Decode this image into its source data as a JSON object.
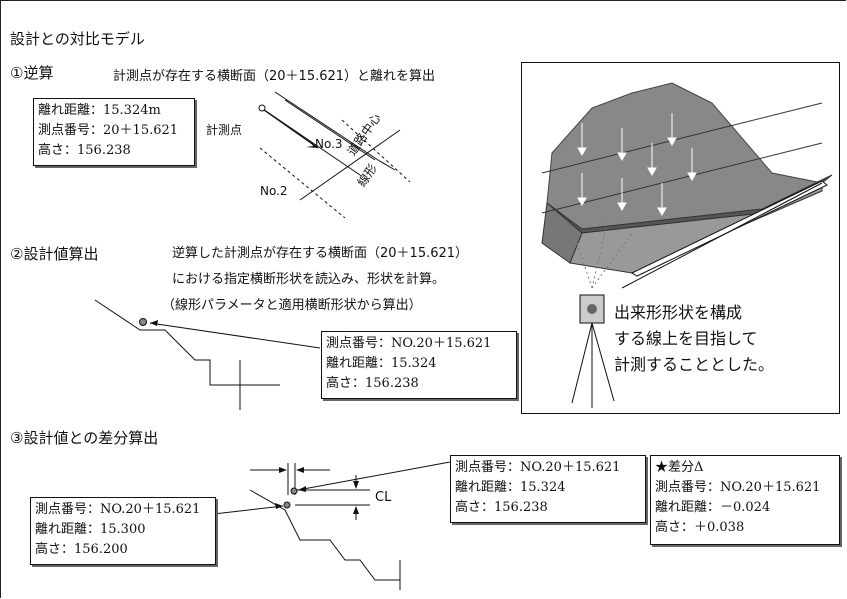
{
  "title": "設計との対比モデル",
  "step1": {
    "heading": "①逆算",
    "description": "計測点が存在する横断面（20＋15.621）と離れを算出",
    "box": [
      "離れ距離：15.324m",
      "測点番号：20＋15.621",
      "高さ：156.238"
    ],
    "label_point": "計測点",
    "label_no3": "No.3",
    "label_no2": "No.2",
    "label_center_1": "道路中心",
    "label_center_2": "線形"
  },
  "step2": {
    "heading": "②設計値算出",
    "description_lines": [
      "逆算した計測点が存在する横断面（20＋15.621）",
      "における指定横断形状を読込み、形状を計算。",
      "（線形パラメータと適用横断形状から算出）"
    ],
    "box": [
      "測点番号：NO.20＋15.621",
      "離れ距離：15.324",
      "高さ：156.238"
    ]
  },
  "step3": {
    "heading": "③設計値との差分算出",
    "label_cl": "CL",
    "box_design": [
      "測点番号：NO.20＋15.621",
      "離れ距離：15.300",
      "高さ：156.200"
    ],
    "box_measured": [
      "測点番号：NO.20＋15.621",
      "離れ距離：15.324",
      "高さ：156.238"
    ],
    "box_diff": [
      "★差分Δ",
      "測点番号：NO.20＋15.621",
      "離れ距離：－0.024",
      "高さ：＋0.038"
    ]
  },
  "photo": {
    "caption_lines": [
      "出来形形状を構成",
      "する線上を目指して",
      "計測することとした。"
    ]
  }
}
